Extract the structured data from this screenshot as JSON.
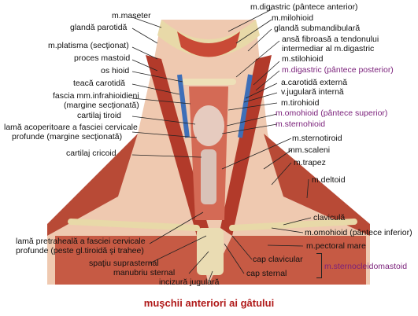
{
  "caption": "muşchii anteriori ai gâtului",
  "colors": {
    "muscle": "#b23a2a",
    "muscle_light": "#d46a55",
    "skin": "#efc9b0",
    "bone": "#e8d9a8",
    "vein": "#3e6fb8",
    "purple_text": "#7a1f7a",
    "caption": "#b01a1a"
  },
  "labels_left": [
    "m.maseter",
    "glandă parotidă",
    "m.platisma (secţionat)",
    "proces mastoid",
    "os hioid",
    "teacă carotidă",
    "fascia mm.infrahioidieni",
    "(margine secţionată)",
    "cartilaj tiroid",
    "lamă acoperitoare a fasciei cervicale",
    "profunde (margine secţionată)",
    "cartilaj cricoid",
    "lamă pretraheală a fasciei cervicale",
    "profunde (peste gl.tiroidă şi trahee)",
    "spaţiu suprasternal",
    "manubriu sternal",
    "incizură jugulară"
  ],
  "labels_right": [
    "m.digastric (pântece anterior)",
    "m.milohioid",
    "glandă submandibulară",
    "ansă fibroasă a tendonului",
    "intermediar al m.digastric",
    "m.stilohioid",
    "m.digastric (pântece posterior)",
    "a.carotidă externă",
    "v.jugulară internă",
    "m.tirohioid",
    "m.omohioid (pântece superior)",
    "m.sternohioid",
    "m.sternotiroid",
    "mm.scaleni",
    "m.trapez",
    "m.deltoid",
    "claviculă",
    "m.omohioid (pântece inferior)",
    "m.pectoral mare",
    "cap clavicular",
    "cap sternal",
    "m.sternocleidomastoid"
  ]
}
